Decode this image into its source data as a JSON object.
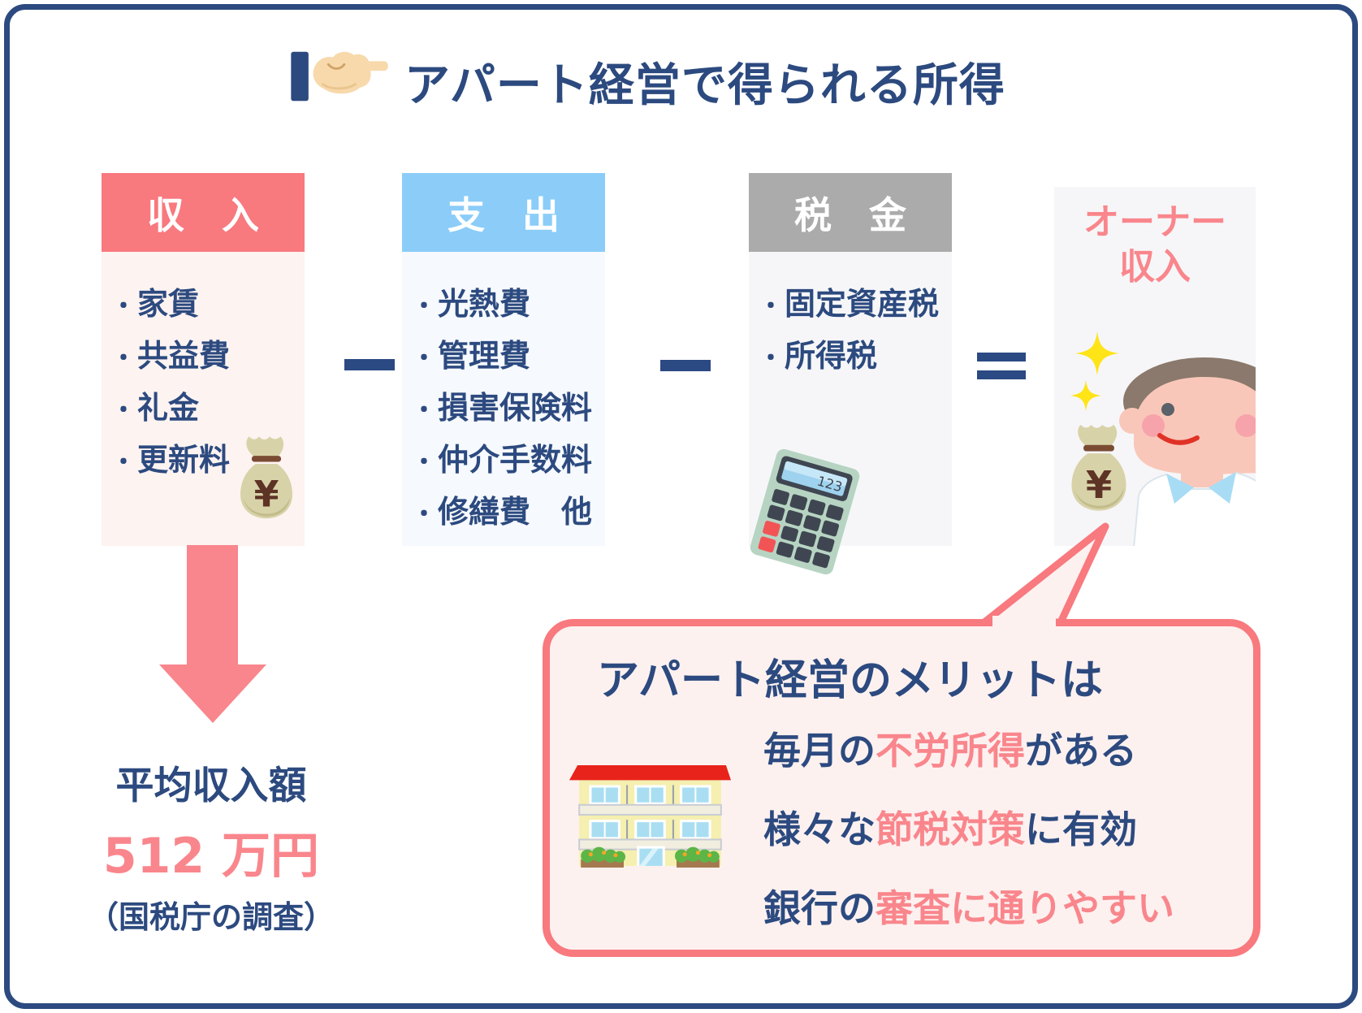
{
  "ui": {
    "bullet": "・"
  },
  "title": "アパート経営で得られる所得",
  "columns": [
    {
      "header": "収　入",
      "items": [
        "家賃",
        "共益費",
        "礼金",
        "更新料"
      ]
    },
    {
      "header": "支　出",
      "items": [
        "光熱費",
        "管理費",
        "損害保険料",
        "仲介手数料",
        "修繕費　他"
      ]
    },
    {
      "header": "税　金",
      "items": [
        "固定資産税",
        "所得税"
      ]
    }
  ],
  "operators": {
    "minus": "−",
    "equals": "="
  },
  "owner_panel": {
    "line1": "オーナー",
    "line2": "収入"
  },
  "average": {
    "label": "平均収入額",
    "amount": "512 万円",
    "note": "（国税庁の調査）"
  },
  "bubble": {
    "title": "アパート経営のメリットは",
    "lines": [
      {
        "pre": "毎月の",
        "highlight": "不労所得",
        "post": "がある"
      },
      {
        "pre": "様々な",
        "highlight": "節税対策",
        "post": "に有効"
      },
      {
        "pre": "銀行の",
        "highlight": "審査に通りやすい",
        "post": ""
      }
    ]
  },
  "icons": {
    "yen_symbol": "¥",
    "calc_display": "123",
    "finger": "pointing-finger",
    "money_bag": "money-bag",
    "calculator": "calculator",
    "sparkle": "sparkle",
    "owner": "owner-avatar",
    "building": "apartment-building"
  },
  "colors": {
    "navy": "#2c4a7f",
    "salmon_header": "#f8797e",
    "salmon_text": "#f9868c",
    "income_body": "#fdf3f1",
    "expense_header": "#8bcdf8",
    "expense_body": "#f6f9fd",
    "tax_header": "#ababab",
    "tax_body": "#f6f6f8",
    "bubble_fill": "#fdf1f0",
    "sparkle_yellow": "#ffe417"
  }
}
